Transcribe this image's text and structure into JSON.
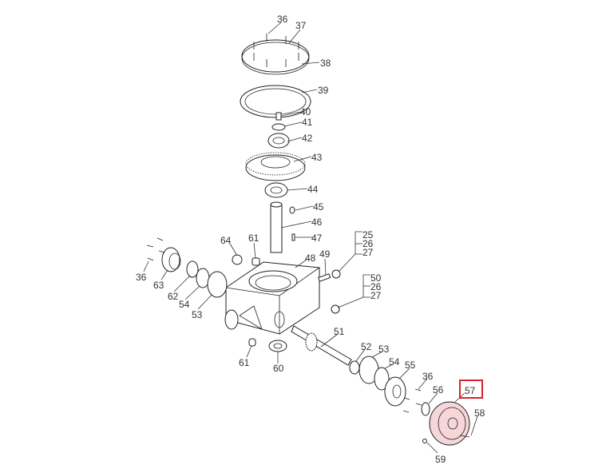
{
  "diagram": {
    "title": "Gearbox exploded parts diagram",
    "highlight_color": "#e0202a",
    "highlight_fill": "#f6d6d8",
    "highlighted_part": "57",
    "labels": {
      "l36a": "36",
      "l37": "37",
      "l38": "38",
      "l39": "39",
      "l40": "40",
      "l41": "41",
      "l42": "42",
      "l43": "43",
      "l44": "44",
      "l45": "45",
      "l46": "46",
      "l47": "47",
      "l25": "25",
      "l26a": "26",
      "l27a": "27",
      "l64": "64",
      "l61a": "61",
      "l48": "48",
      "l49": "49",
      "l50": "50",
      "l26b": "26",
      "l27b": "27",
      "l36b": "36",
      "l63": "63",
      "l62": "62",
      "l54a": "54",
      "l53a": "53",
      "l51": "51",
      "l52": "52",
      "l53b": "53",
      "l54b": "54",
      "l55": "55",
      "l36c": "36",
      "l56": "56",
      "l57": "57",
      "l58": "58",
      "l59": "59",
      "l61b": "61",
      "l60": "60"
    }
  }
}
